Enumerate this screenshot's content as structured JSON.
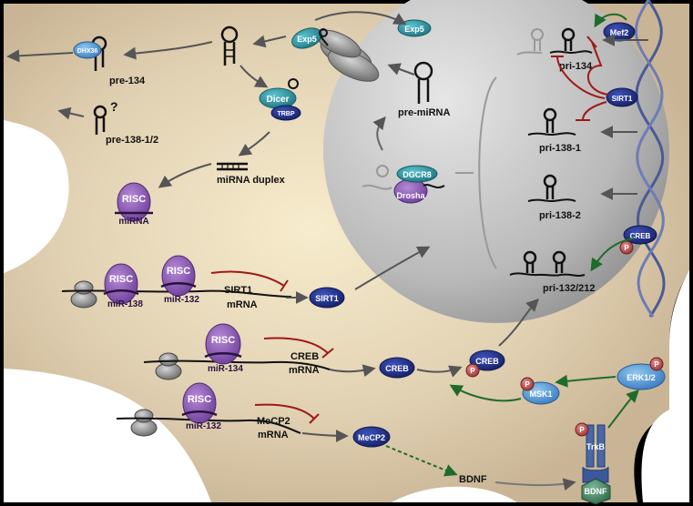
{
  "labels": {
    "pre_134": "pre-134",
    "question": "?",
    "pre_138": "pre-138-1/2",
    "dhx36": "DHX36",
    "exp5_cyto": "Exp5",
    "exp5_nuc": "Exp5",
    "dicer": "Dicer",
    "trbp": "TRBP",
    "mirna_duplex": "miRNA duplex",
    "risc": "RISC",
    "mirna": "miRNA",
    "pre_mirna": "pre-miRNA",
    "dgcr8": "DGCR8",
    "drosha": "Drosha",
    "pri_134": "pri-134",
    "pri_138_1": "pri-138-1",
    "pri_138_2": "pri-138-2",
    "pri_132_212": "pri-132/212",
    "mef2": "Mef2",
    "sirt1_nuc": "SIRT1",
    "creb_nuc": "CREB",
    "p": "P",
    "mir_138": "miR-138",
    "mir_132_a": "miR-132",
    "mir_134": "miR-134",
    "mir_132_b": "miR-132",
    "sirt1_mrna": "SIRT1",
    "creb_mrna": "CREB",
    "mecp2_mrna": "MeCP2",
    "mrna": "mRNA",
    "sirt1_protein": "SIRT1",
    "creb_protein": "CREB",
    "creb_p": "CREB",
    "mecp2_protein": "MeCP2",
    "msk1": "MSK1",
    "erk": "ERK1/2",
    "trkb": "TrkB",
    "bdnf_ext": "BDNF",
    "bdnf_bound": "BDNF"
  },
  "colors": {
    "cytoplasm": "#d8c8ae",
    "nucleus": "#b8b8b8",
    "dark_blue": "#1f2a78",
    "teal": "#2e8a94",
    "purple": "#8a5cb0",
    "inhibit_red": "#a01818",
    "activate_green": "#1f6b2a",
    "dna": "#4a5a96"
  }
}
